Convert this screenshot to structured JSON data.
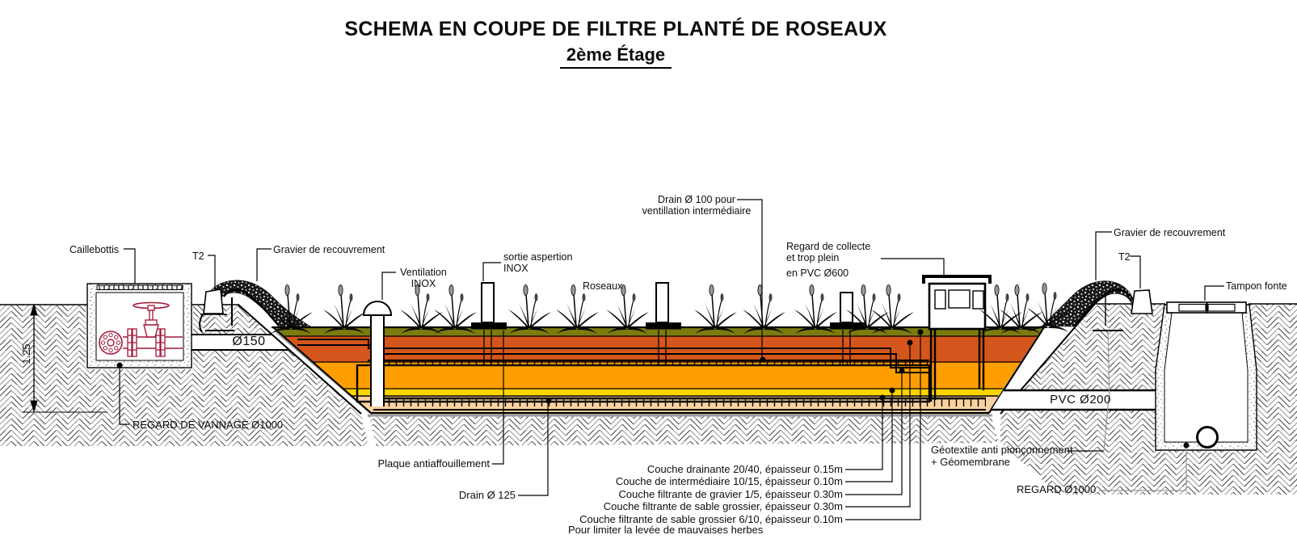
{
  "title": {
    "line1": "SCHEMA EN COUPE DE FILTRE PLANTÉ DE ROSEAUX",
    "line2": "2ème Étage"
  },
  "callouts": {
    "caillebottis": "Caillebottis",
    "t2_left": "T2",
    "gravier_left": "Gravier de recouvrement",
    "ventilation_l1": "Ventilation",
    "ventilation_l2": "INOX",
    "sortie_l1": "sortie aspertion",
    "sortie_l2": "INOX",
    "roseaux": "Roseaux",
    "drain100_l1": "Drain Ø 100 pour",
    "drain100_l2": "ventillation intermédiaire",
    "collecte_l1": "Regard de collecte",
    "collecte_l2": "et trop plein",
    "collecte_l3": "en PVC Ø600",
    "gravier_right": "Gravier de recouvrement",
    "t2_right": "T2",
    "tampon": "Tampon fonte",
    "pipe150": "Ø150",
    "pvc200": "PVC Ø200",
    "dim_depth": "1.25",
    "regard_vannage": "REGARD DE VANNAGE Ø1000",
    "plaque": "Plaque antiaffouillement",
    "drain125": "Drain Ø 125",
    "geotextile_l1": "Géotextile anti pionçonnement",
    "geotextile_l2": "+ Géomembrane",
    "regard1000": "REGARD Ø1000"
  },
  "layers": [
    {
      "name": "couche-drainante",
      "label": "Couche drainante 20/40, épaisseur 0.15m",
      "color": "#FAD2A0"
    },
    {
      "name": "couche-intermediaire",
      "label": "Couche de intermédiaire 10/15, épaisseur 0.10m",
      "color": "#FFD400"
    },
    {
      "name": "couche-gravier",
      "label": "Couche filtrante de gravier 1/5, épaisseur 0.30m",
      "color": "#FF9E00"
    },
    {
      "name": "couche-sable-grossier",
      "label": "Couche filtrante de sable grossier, épaisseur 0.30m",
      "color": "#D4561C"
    },
    {
      "name": "couche-sable-6-10",
      "label": "Couche filtrante de sable grossier 6/10, épaisseur 0.10m",
      "note": "Pour limiter la levée de mauvaises herbes",
      "color": "#7C7B0D"
    }
  ],
  "colors": {
    "valve_red": "#A21838",
    "geomembrane_grey": "#9A9A9A",
    "gravel_dark": "#1A1A1A"
  }
}
